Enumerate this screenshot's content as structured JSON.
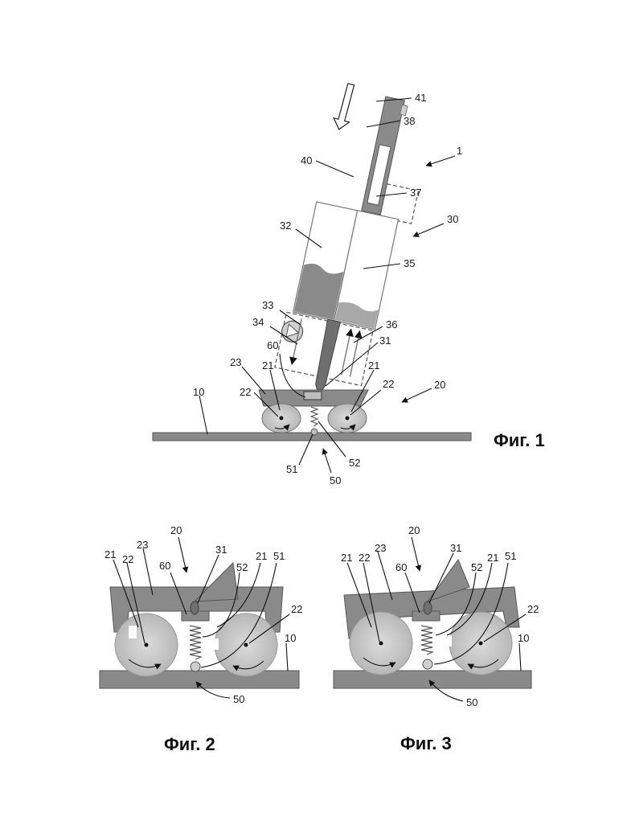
{
  "figures": {
    "fig1": {
      "caption": "Фиг. 1",
      "labels": {
        "l41": "41",
        "l38": "38",
        "l1": "1",
        "l40": "40",
        "l37": "37",
        "l30": "30",
        "l32": "32",
        "l35": "35",
        "l33": "33",
        "l34": "34",
        "l36": "36",
        "l60": "60",
        "l31": "31",
        "l23": "23",
        "l21a": "21",
        "l21b": "21",
        "l22a": "22",
        "l22b": "22",
        "l20": "20",
        "l10": "10",
        "l51": "51",
        "l52": "52",
        "l50": "50"
      }
    },
    "fig2": {
      "caption": "Фиг. 2",
      "labels": {
        "l20": "20",
        "l21a": "21",
        "l22a": "22",
        "l23": "23",
        "l60": "60",
        "l31": "31",
        "l52": "52",
        "l21b": "21",
        "l51": "51",
        "l22b": "22",
        "l10": "10",
        "l50": "50"
      }
    },
    "fig3": {
      "caption": "Фиг. 3",
      "labels": {
        "l20": "20",
        "l21a": "21",
        "l22a": "22",
        "l23": "23",
        "l60": "60",
        "l31": "31",
        "l52": "52",
        "l21b": "21",
        "l51": "51",
        "l22b": "22",
        "l10": "10",
        "l50": "50"
      }
    }
  },
  "colors": {
    "dark_gray": "#8a8a8a",
    "light_gray": "#cfcfcf",
    "wheel": "#c8c8c8"
  }
}
